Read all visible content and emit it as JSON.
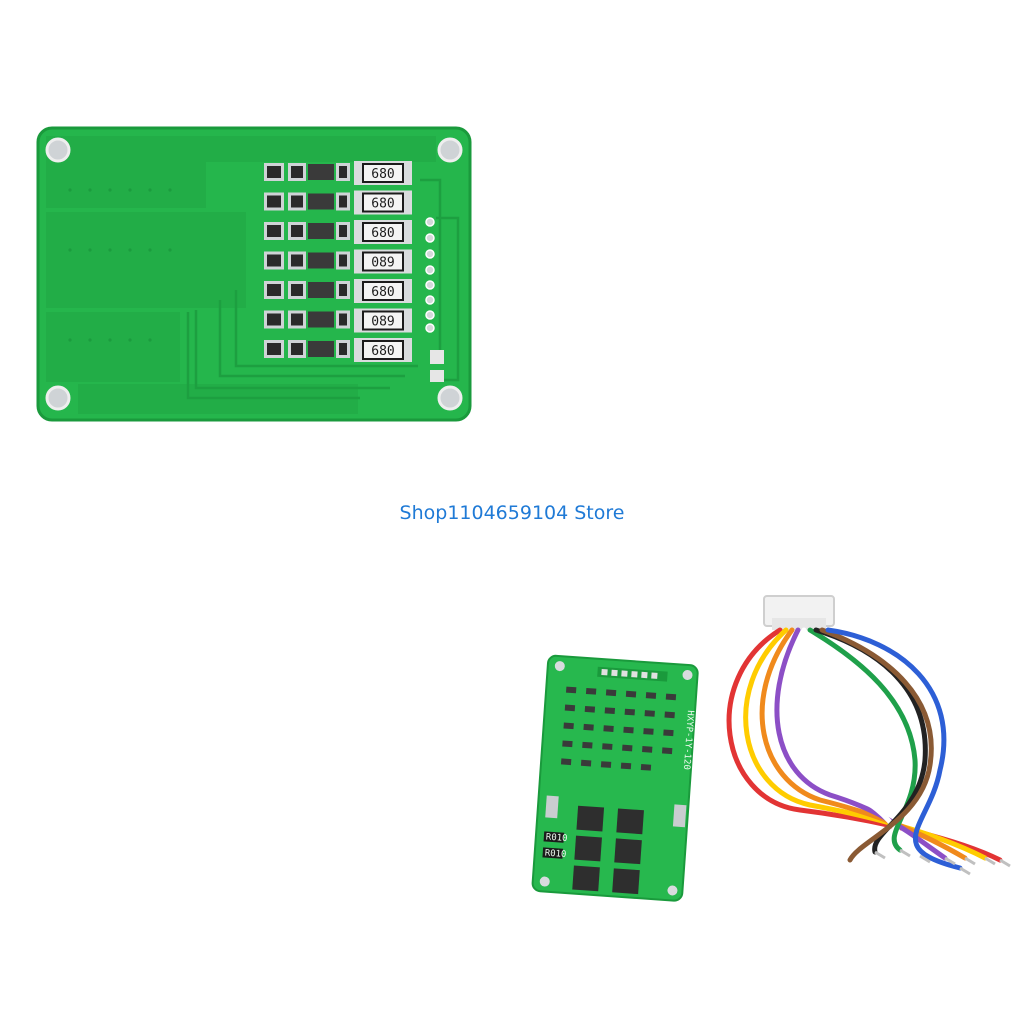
{
  "store": {
    "name": "Shop1104659104 Store"
  },
  "top_board": {
    "resistor_codes": [
      "680",
      "680",
      "680",
      "089",
      "680",
      "089",
      "680"
    ]
  },
  "bottom_board": {
    "silkscreen": [
      "HXYP-1Y-120",
      "R010",
      "R010"
    ]
  },
  "colors": {
    "pcb_green": "#25b64c",
    "pcb_green_dark": "#1a9a3c",
    "link_blue": "#1f7ad6",
    "wires": [
      "#ffffff",
      "#8c4fc6",
      "#ffcc00",
      "#f08a1c",
      "#e23434",
      "#1fa04a",
      "#222222",
      "#8a5a34",
      "#2d5fd6"
    ]
  }
}
